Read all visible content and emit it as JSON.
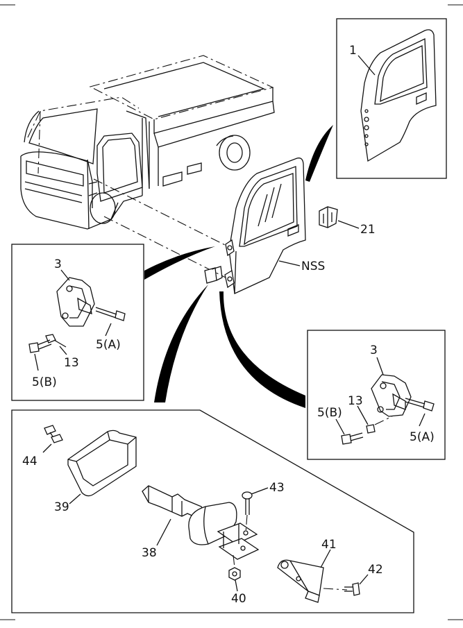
{
  "diagram": {
    "callouts": {
      "door_panel": "1",
      "hinge_upper": "3",
      "bolt_a_upper": "5(A)",
      "bolt_b_upper": "5(B)",
      "washer_upper": "13",
      "hinge_lower": "3",
      "bolt_a_lower": "5(A)",
      "bolt_b_lower": "5(B)",
      "washer_lower": "13",
      "stopper_clip": "21",
      "door_side": "NSS",
      "check_link": "38",
      "cover": "39",
      "nut": "40",
      "bracket": "41",
      "bracket_bolt": "42",
      "pin": "43",
      "clip": "44"
    }
  }
}
